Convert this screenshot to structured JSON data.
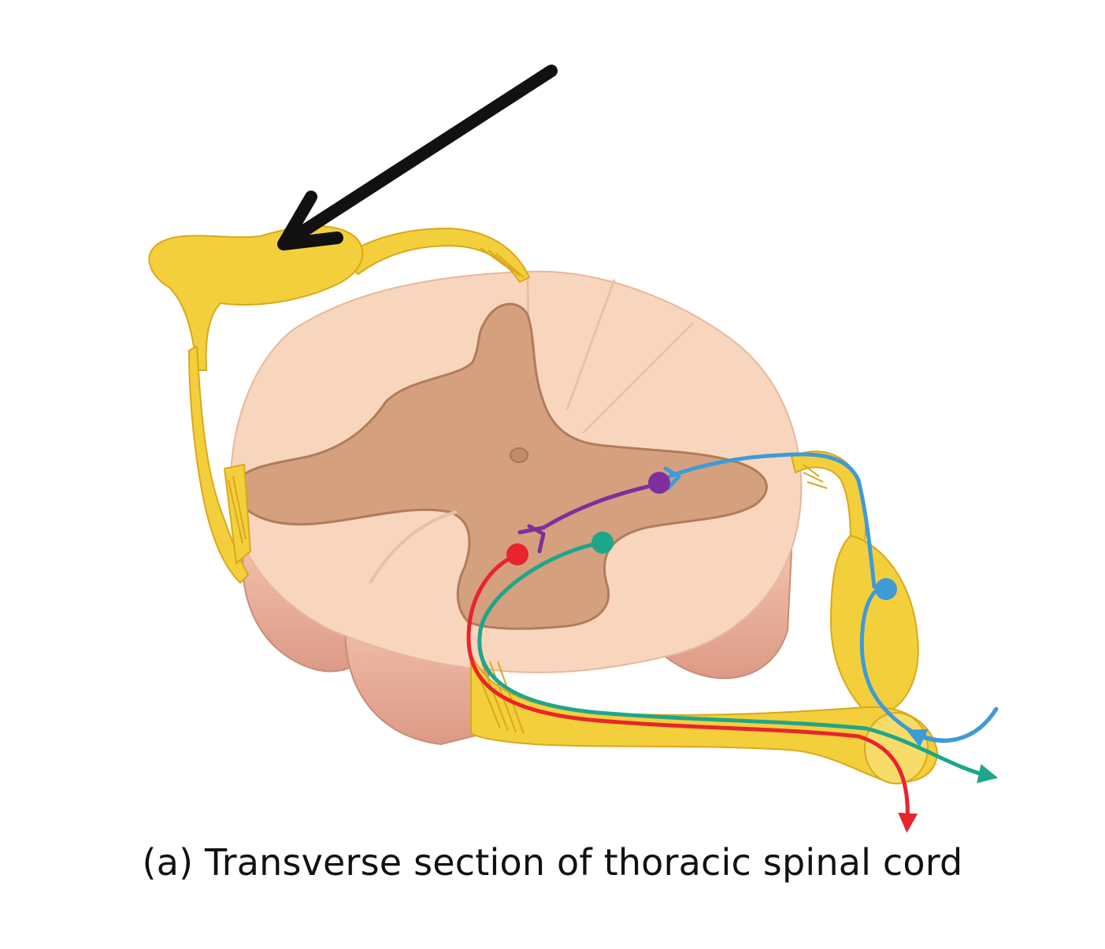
{
  "caption": "(a) Transverse section of thoracic spinal cord",
  "colors": {
    "nerve": "#f4cf3c",
    "nerve_shadow": "#d9a81d",
    "white_matter": "#f8d6bd",
    "white_matter_side": "#e8aa94",
    "gray_matter": "#d4a07e",
    "gray_matter_edge": "#b07c5c",
    "pointer_arrow": "#111111",
    "sensory_neuron": "#3e9bd6",
    "interneuron": "#7f2f9c",
    "somatic_motor_neuron": "#e8242e",
    "visceral_motor_neuron": "#1ea68a"
  },
  "neurons": [
    {
      "id": "sensory",
      "color_key": "sensory_neuron"
    },
    {
      "id": "interneuron",
      "color_key": "interneuron"
    },
    {
      "id": "somatic-motor",
      "color_key": "somatic_motor_neuron"
    },
    {
      "id": "visceral-motor",
      "color_key": "visceral_motor_neuron"
    }
  ]
}
